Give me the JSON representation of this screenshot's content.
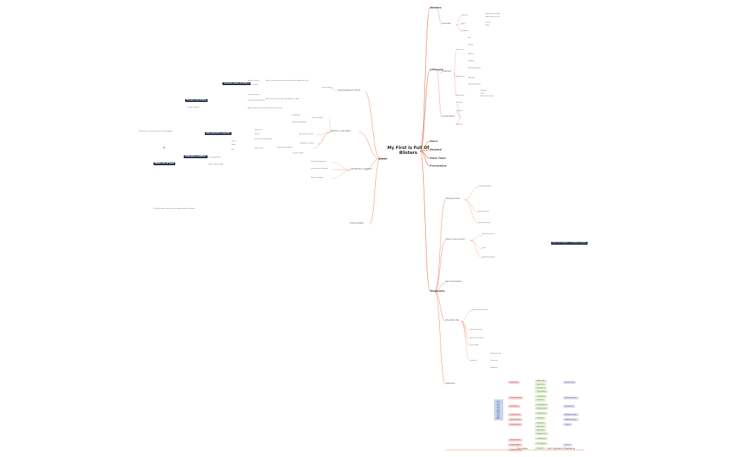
{
  "central_topic": "My First Is Full Of Blisters",
  "colors": {
    "branch": "#e8714a",
    "dark_node": "#1f2a44",
    "pink_tag": "#f5cccc",
    "green_tag": "#dceccc",
    "lavender_tag": "#dcd7ee",
    "antibiotics_block": "#c8d3ee"
  },
  "main_branches": {
    "blisters": "Blisters",
    "lifecycle": "Lifecycle",
    "diagnosis": "Diagnosis",
    "prevention": "Prevention",
    "other": "Other",
    "main_topic": "Main Topic",
    "more": "More",
    "related": "Related"
  },
  "left": {
    "hyperkeratosis": "Hyperkeratosis of Hands",
    "reactive": "Reactive / Associated",
    "classification": "Classification of blisters",
    "trauma_related": "Trauma-related",
    "disease_related": "Disease-related",
    "friction": "Friction blisters",
    "friction_desc": "When a person wears a new shoe that rubs against the heel",
    "burns": "Burns / scalds",
    "burns_desc": "Blister from contact with a hot surface or liquid",
    "cold": "Frostbite blisters",
    "cold_desc": "Blisters that form when skin thaws after freezing",
    "chemical": "Chemical irritant blisters",
    "pressure": "Pressure blisters",
    "pemphigus": "Pemphigus",
    "bullous": "Bullous pemphigoid",
    "dermatitis": "Dermatitis herpetiformis",
    "eczema": "Dyshidrotic eczema",
    "viral": "Viral infection blisters",
    "herpes": "Herpes simplex",
    "varicella": "Varicella (chickenpox)",
    "zoster": "Herpes zoster (shingles)",
    "impetigo": "Bullous impetigo",
    "causes_note": "Causes of blisters",
    "skin_layers": "Skin layers involved",
    "epidermis": "Epidermis",
    "dermis": "Dermis",
    "fluid": "Blister fluid",
    "serum": "Serum",
    "blood": "Blood",
    "pus": "Pus",
    "dark_1": "Common causes of blisters",
    "dark_2": "Pressure and friction",
    "dark_3": "Skin protective response",
    "dark_4": "Underlying conditions",
    "dark_5": "Blister care at home",
    "callout": "Keep blister clean and covered; avoid popping",
    "do_not_pop": "Do not pop blister",
    "protect": "Protect with bandage",
    "care_bottom": "If a blister pops, wash gently and apply antibiotic ointment"
  },
  "right_top": {
    "overview": "Overview",
    "definition": "Definition",
    "small_fluid": "Small pocket of fluid",
    "upper_layers": "Upper layers of skin",
    "types": "Types",
    "vesicle": "Vesicle",
    "bulla": "Bulla",
    "symptoms": "Symptoms",
    "pain": "Pain",
    "itching": "Itching",
    "redness": "Redness",
    "swelling": "Swelling",
    "treatment": "Treatment",
    "home_care": "Home care",
    "medical": "Medical care",
    "drain": "Drain large blister",
    "dressing": "Dressing",
    "risk": "Risk factors",
    "footwear": "Ill-fitting footwear",
    "moisture": "Moisture",
    "heat": "Heat",
    "activity": "Repetitive activity",
    "complications": "Complications",
    "infection": "Infection",
    "cellulitis": "Cellulitis",
    "scarring": "Scarring"
  },
  "right_bottom": {
    "healing": "Healing process",
    "stage1": "Fluid reabsorption",
    "stage2": "New skin forms",
    "stage3": "Roof peels away",
    "when_see_doctor": "When to see a doctor",
    "signs_infection": "Signs of infection",
    "fever": "Fever",
    "spreading": "Spreading redness",
    "recurrent": "Recurrent blisters",
    "note": "Seek care if diabetic or circulation problems",
    "prevention_tips": "Prevention tips",
    "socks": "Moisture-wicking socks",
    "gloves": "Protective gloves",
    "breakin": "Break in new shoes",
    "powder": "Foot powder",
    "lubricant": "Lubricant",
    "tape": "Protective tape",
    "sun": "Sunscreen",
    "hydration": "Hydration"
  },
  "antibiotics": {
    "label": "Antibiotics",
    "rows": [
      {
        "label": "Penicillins",
        "items": [
          "Amoxicillin",
          "Ampicillin",
          "Penicillin G",
          "Dicloxacillin"
        ],
        "note": "Beta-lactam"
      },
      {
        "label": "Cephalosporins",
        "items": [
          "Cephalexin",
          "Cefazolin"
        ],
        "note": "First generation"
      },
      {
        "label": "Macrolides",
        "items": [
          "Erythromycin",
          "Azithromycin"
        ],
        "note": "Alternative"
      },
      {
        "label": "Tetracyclines",
        "items": [
          "Doxycycline"
        ],
        "note": "MRSA coverage"
      },
      {
        "label": "Sulfonamides",
        "items": [
          "TMP-SMX"
        ],
        "note": "MRSA coverage"
      },
      {
        "label": "Topical agents",
        "items": [
          "Mupirocin",
          "Bacitracin",
          "Neomycin",
          "Retapamulin"
        ],
        "note": "Topical"
      },
      {
        "label": "Lincosamides",
        "items": [
          "Clindamycin"
        ],
        "note": ""
      },
      {
        "label": "Glycopeptides",
        "items": [
          "Vancomycin"
        ],
        "note": "Severe"
      },
      {
        "label": "Oxazolidinones",
        "items": [
          "Linezolid"
        ],
        "note": ""
      }
    ]
  },
  "footer": {
    "left": "Bacteria",
    "right": "Cell Control & Bacteria"
  }
}
